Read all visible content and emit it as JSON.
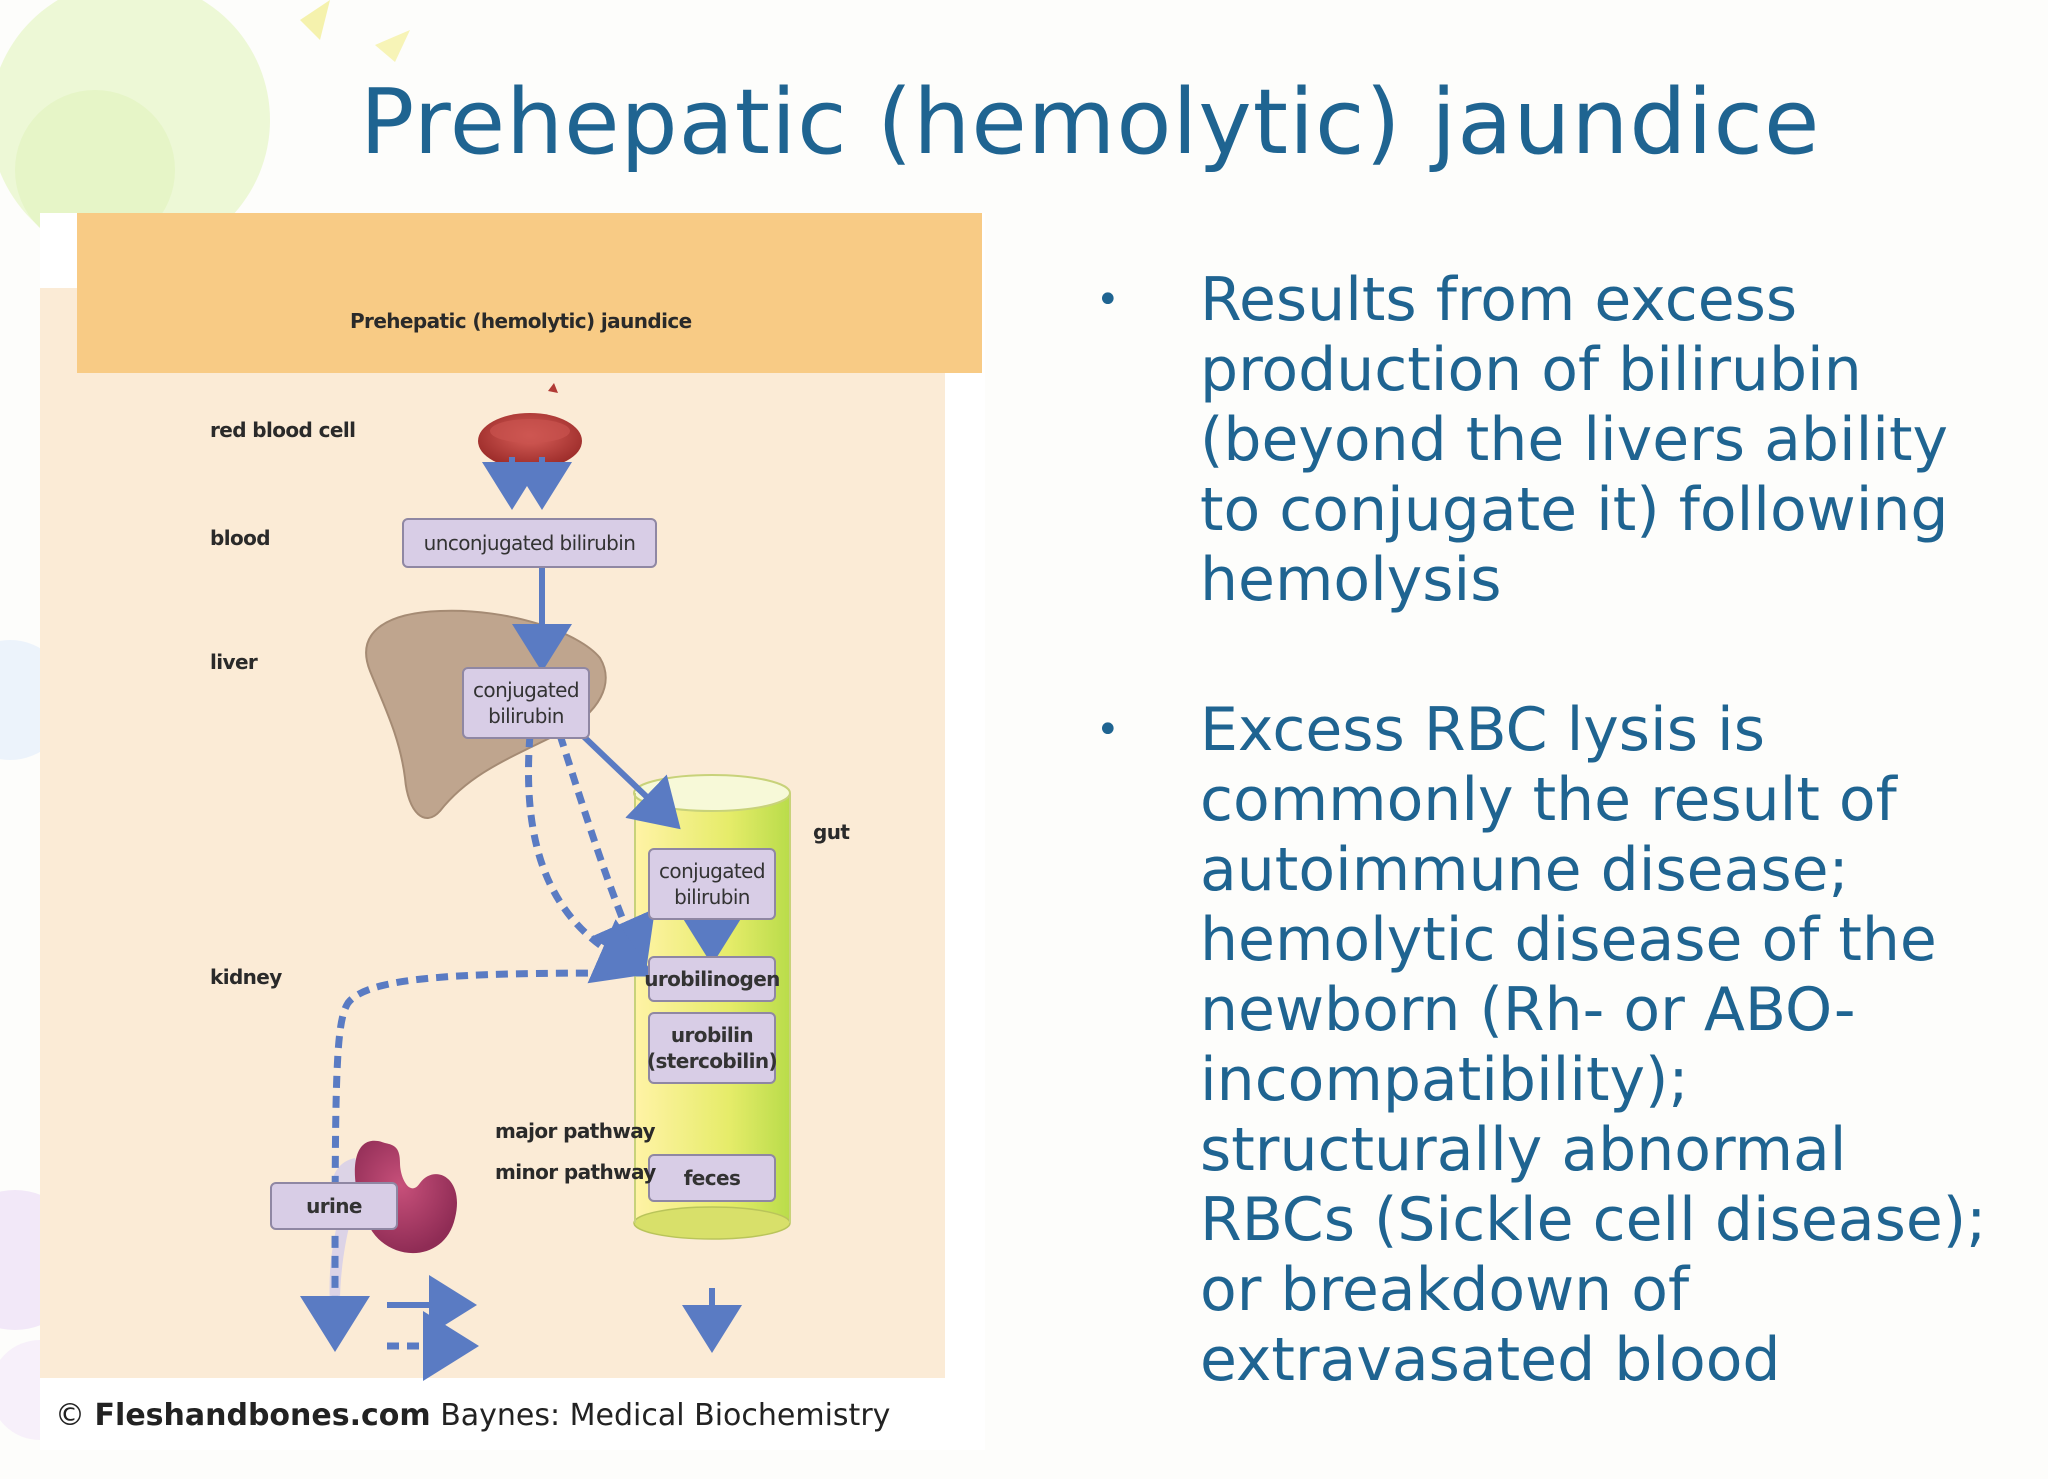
{
  "slide": {
    "title": "Prehepatic (hemolytic) jaundice"
  },
  "figure": {
    "header": "Prehepatic (hemolytic) jaundice",
    "labels": {
      "red_blood_cell": "red blood cell",
      "blood": "blood",
      "liver": "liver",
      "gut": "gut",
      "kidney": "kidney"
    },
    "boxes": {
      "unconjugated_bilirubin": "unconjugated bilirubin",
      "liver_conjugated_1": "conjugated",
      "liver_conjugated_2": "bilirubin",
      "gut_conjugated_1": "conjugated",
      "gut_conjugated_2": "bilirubin",
      "urobilinogen": "urobilinogen",
      "urobilin_1": "urobilin",
      "urobilin_2": "(stercobilin)",
      "feces": "feces",
      "urine": "urine"
    },
    "legend": {
      "major": "major pathway",
      "minor": "minor pathway"
    },
    "credit": {
      "site": "Fleshandbones.com",
      "book": "Baynes: Medical Biochemistry"
    },
    "colors": {
      "header_band": "#f8cb85",
      "panel": "#fbebd6",
      "arrow": "#5a7bc3",
      "box_fill": "#d8cde6",
      "liver": "#bfa58e",
      "kidney": "#a63a63",
      "rbc": "#b13a35"
    }
  },
  "bullets": [
    "Results from excess production of bilirubin (beyond the livers ability to conjugate it) following hemolysis",
    "Excess RBC lysis is commonly the result of autoimmune disease; hemolytic disease of the newborn (Rh- or ABO-incompatibility); structurally abnormal RBCs (Sickle cell disease); or breakdown of extravasated blood"
  ],
  "theme": {
    "title_color": "#1f6491",
    "text_color": "#1f6491"
  }
}
